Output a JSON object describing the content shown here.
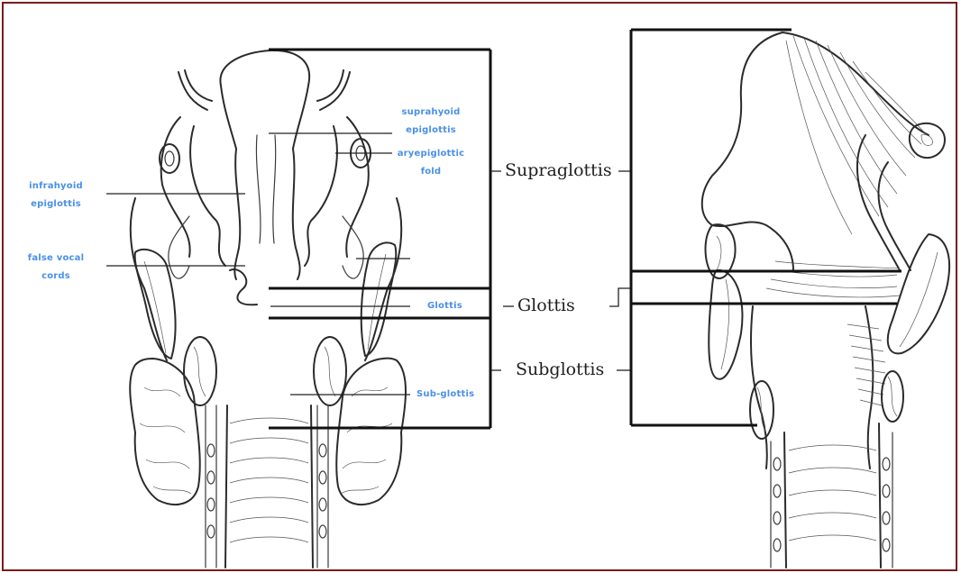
{
  "colors": {
    "frame_border": "#7a1c1c",
    "label_blue": "#4a90e8",
    "ink": "#2b2b2b"
  },
  "blue_labels": {
    "suprahyoid_line1": "suprahyoid",
    "suprahyoid_line2": "epiglottis",
    "aryepiglottic_line1": "aryepiglottic",
    "aryepiglottic_line2": "fold",
    "infrahyoid_line1": "infrahyoid",
    "infrahyoid_line2": "epiglottis",
    "false_vocal_line1": "false vocal",
    "false_vocal_line2": "cords",
    "glottis_small": "Glottis",
    "subglottis_small": "Sub-glottis"
  },
  "regions": {
    "supraglottis": "Supraglottis",
    "glottis": "Glottis",
    "subglottis": "Subglottis"
  }
}
